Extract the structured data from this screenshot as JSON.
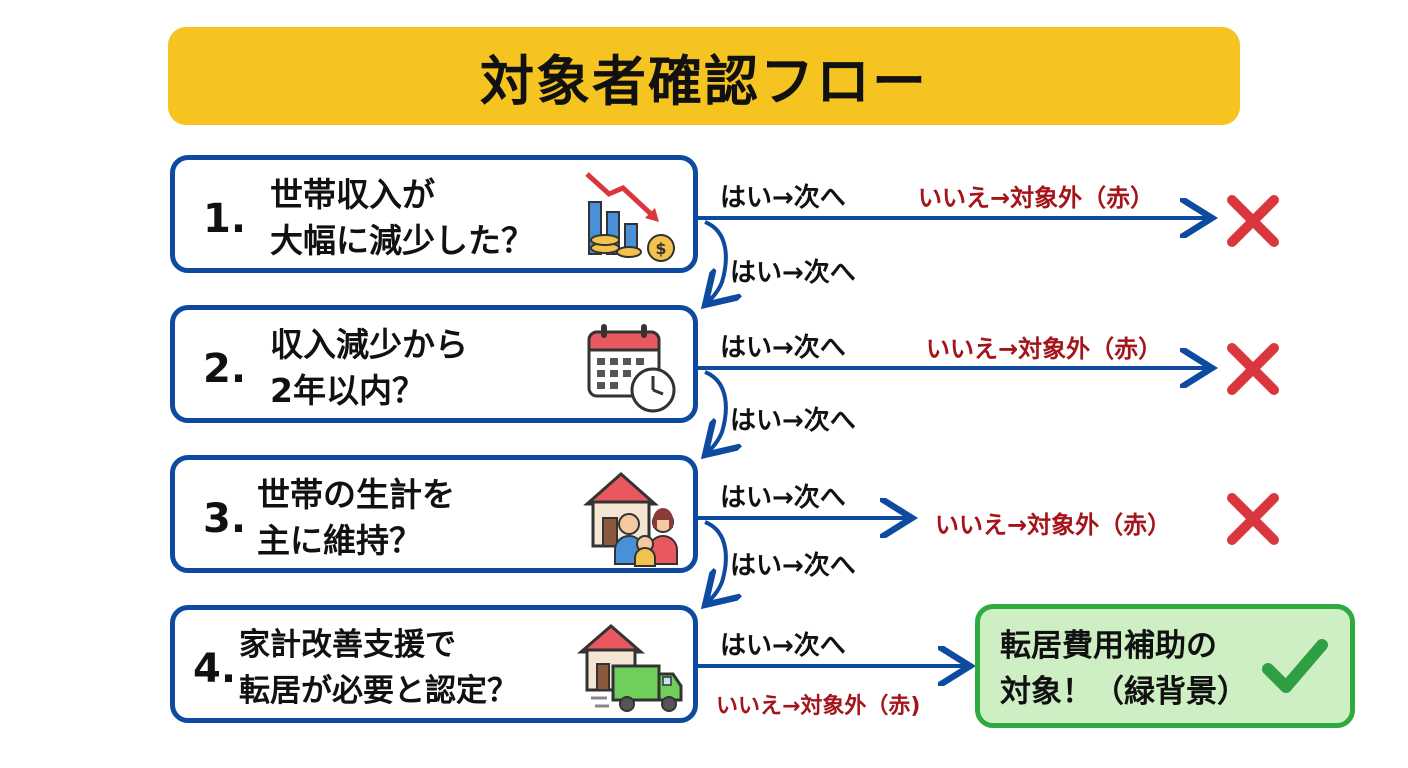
{
  "title": "対象者確認フロー",
  "steps": [
    {
      "num": "1.",
      "line1": "世帯収入が",
      "line2": "大幅に減少した？",
      "icon": "falling-income-chart-icon"
    },
    {
      "num": "2.",
      "line1": "収入減少から",
      "line2": "2年以内？",
      "icon": "calendar-clock-icon"
    },
    {
      "num": "3.",
      "line1": "世帯の生計を",
      "line2": "主に維持？",
      "icon": "family-house-icon"
    },
    {
      "num": "4.",
      "line1": "家計改善支援で",
      "line2": "転居が必要と認定？",
      "icon": "moving-truck-house-icon"
    }
  ],
  "labels": {
    "yes_next": "はい→次へ",
    "no_excluded": "いいえ→対象外（赤）",
    "no_excluded_small": "いいえ→対象外（赤)"
  },
  "result": {
    "line1": "転居費用補助の",
    "line2": "対象！（緑背景）",
    "icon": "checkmark-icon"
  },
  "colors": {
    "title_bg": "#F6C421",
    "box_border": "#0D4AA0",
    "arrow": "#0D4AA0",
    "no_text": "#A3151B",
    "cross": "#D9363E",
    "result_bg": "#CDEFC3",
    "result_border": "#2FAA3F",
    "check": "#2EA043"
  }
}
